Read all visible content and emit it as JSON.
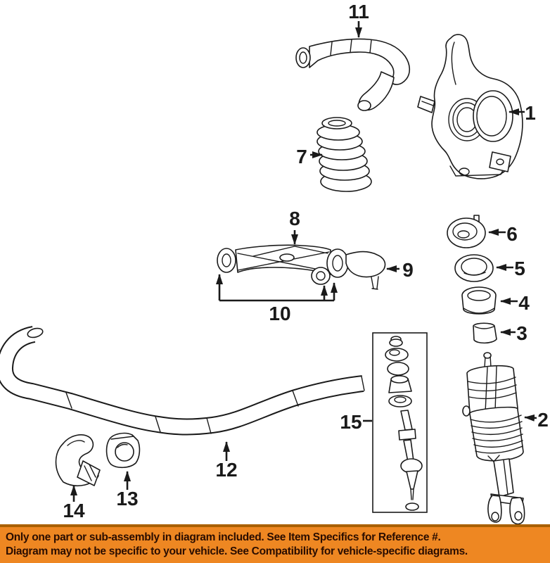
{
  "diagram": {
    "ink": "#1a1a1a",
    "callouts": [
      {
        "label": "1"
      },
      {
        "label": "2"
      },
      {
        "label": "3"
      },
      {
        "label": "4"
      },
      {
        "label": "5"
      },
      {
        "label": "6"
      },
      {
        "label": "7"
      },
      {
        "label": "8"
      },
      {
        "label": "9"
      },
      {
        "label": "10"
      },
      {
        "label": "11"
      },
      {
        "label": "12"
      },
      {
        "label": "13"
      },
      {
        "label": "14"
      },
      {
        "label": "15"
      }
    ]
  },
  "banner": {
    "line1": "Only one part or sub-assembly in diagram included. See Item Specifics for Reference #.",
    "line2": "Diagram may not be specific to your vehicle. See Compatibility for vehicle-specific diagrams.",
    "background": "#ee8722",
    "border": "#a96000",
    "text_color": "#2a0d00"
  }
}
